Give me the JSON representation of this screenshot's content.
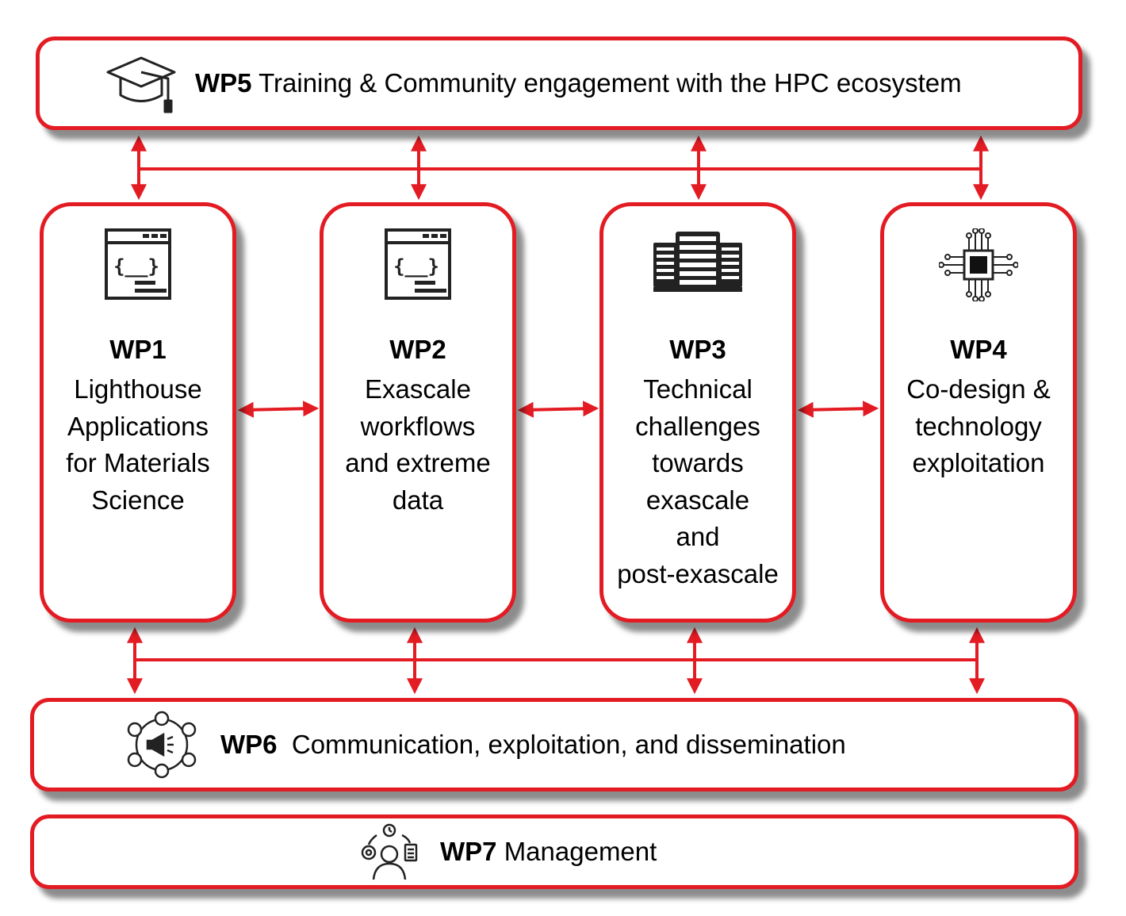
{
  "colors": {
    "accent": "#e31b23",
    "text": "#000000",
    "background": "#ffffff"
  },
  "wp5": {
    "code": "WP5",
    "title": "Training & Community engagement with the HPC ecosystem",
    "icon": "graduation-cap-icon"
  },
  "wp1": {
    "code": "WP1",
    "lines": [
      "Lighthouse",
      "Applications",
      "for Materials",
      "Science"
    ],
    "icon": "code-window-icon"
  },
  "wp2": {
    "code": "WP2",
    "lines": [
      "Exascale",
      "workflows",
      "and extreme",
      "data"
    ],
    "icon": "code-window-icon"
  },
  "wp3": {
    "code": "WP3",
    "lines": [
      "Technical",
      "challenges",
      "towards",
      "exascale",
      "and",
      "post-exascale"
    ],
    "icon": "server-rack-icon"
  },
  "wp4": {
    "code": "WP4",
    "lines": [
      "Co-design &",
      "technology",
      "exploitation"
    ],
    "icon": "chip-icon"
  },
  "wp6": {
    "code": "WP6",
    "title": "Communication, exploitation, and dissemination",
    "icon": "community-megaphone-icon"
  },
  "wp7": {
    "code": "WP7",
    "title": "Management",
    "icon": "manager-icon"
  }
}
